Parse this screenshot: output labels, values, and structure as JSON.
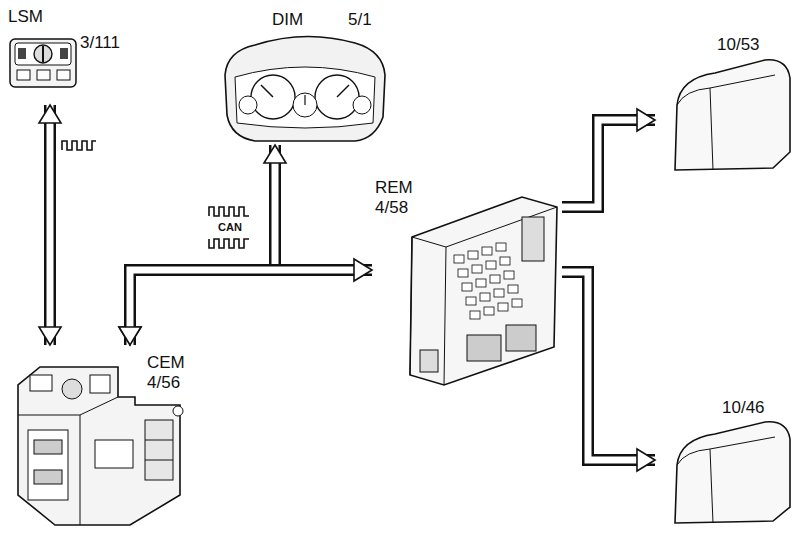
{
  "diagram": {
    "nodes": [
      {
        "text": [
          "LSM",
          "3/111"
        ]
      },
      {
        "text": [
          "DIM",
          "5/1"
        ]
      },
      {
        "text": [
          "CEM",
          "4/56"
        ]
      },
      {
        "text": [
          "REM",
          "4/58"
        ]
      },
      {
        "text": [
          "10/53"
        ]
      },
      {
        "text": [
          "10/46"
        ]
      }
    ],
    "edges": [
      {
        "from": 0,
        "to": 2,
        "arrow": "both"
      },
      {
        "from": 2,
        "to": 1,
        "arrow": "both"
      },
      {
        "from": 2,
        "to": 3,
        "arrow": "both"
      },
      {
        "from": 3,
        "to": 4,
        "arrow": "to"
      },
      {
        "from": 3,
        "to": 5,
        "arrow": "to"
      }
    ],
    "labels": [
      "CAN"
    ]
  }
}
